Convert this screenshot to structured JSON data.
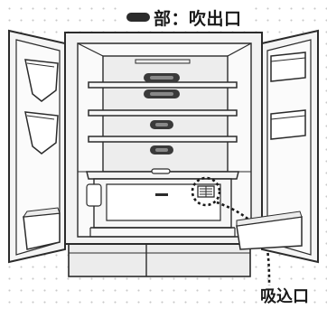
{
  "legend": {
    "symbol": "outlet-marker",
    "text": "部：吹出口"
  },
  "intake_label": "吸込口",
  "colors": {
    "outline": "#2b2b2b",
    "outlet": "#3a3a3a",
    "panel": "#ececec",
    "door": "#f4f4f4"
  }
}
